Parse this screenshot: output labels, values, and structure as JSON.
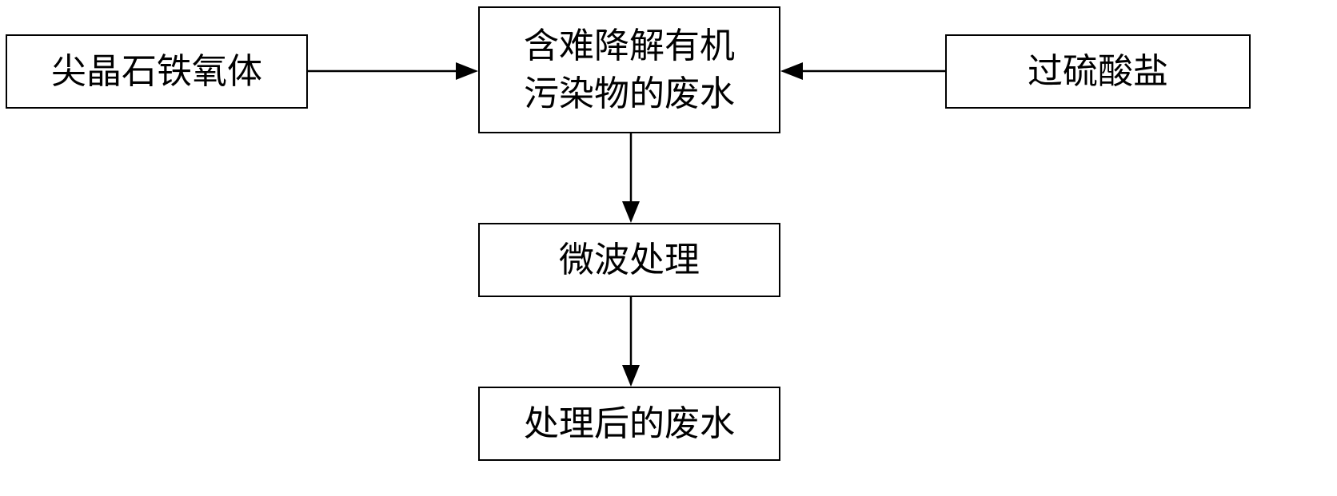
{
  "nodes": {
    "spinel_ferrite": "尖晶石铁氧体",
    "wastewater_line1": "含难降解有机",
    "wastewater_line2": "污染物的废水",
    "persulfate": "过硫酸盐",
    "microwave": "微波处理",
    "treated_wastewater": "处理后的废水"
  },
  "colors": {
    "line": "#000000",
    "background": "#ffffff"
  }
}
